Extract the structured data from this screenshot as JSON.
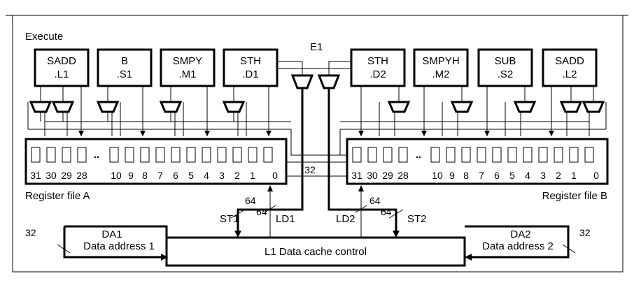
{
  "labels": {
    "execute": "Execute",
    "e1": "E1",
    "regfile_a": "Register file A",
    "regfile_b": "Register file B",
    "bus32_mid": "32",
    "da1": "DA1",
    "da1_sub": "Data address 1",
    "da2": "DA2",
    "da2_sub": "Data address 2",
    "bus32_left": "32",
    "bus32_right": "32",
    "cache": "L1 Data cache control",
    "st1": "ST1",
    "ld1": "LD1",
    "ld2": "LD2",
    "st2": "ST2",
    "w64_a_top": "64",
    "w64_a_bot": "64",
    "w64_b_top": "64",
    "w64_b_bot": "64"
  },
  "units": [
    {
      "name": "SADD",
      "sub": ".L1"
    },
    {
      "name": "B",
      "sub": ".S1"
    },
    {
      "name": "SMPY",
      "sub": ".M1"
    },
    {
      "name": "STH",
      "sub": ".D1"
    },
    {
      "name": "STH",
      "sub": ".D2"
    },
    {
      "name": "SMPYH",
      "sub": ".M2"
    },
    {
      "name": "SUB",
      "sub": ".S2"
    },
    {
      "name": "SADD",
      "sub": ".L2"
    }
  ],
  "regfile_a_numbers": [
    "31",
    "30",
    "29",
    "28",
    "10",
    "9",
    "8",
    "7",
    "6",
    "5",
    "4",
    "3",
    "2",
    "1",
    "0"
  ],
  "regfile_b_numbers": [
    "31",
    "30",
    "29",
    "28",
    "10",
    "9",
    "8",
    "7",
    "6",
    "5",
    "4",
    "3",
    "2",
    "1",
    "0"
  ],
  "ellipsis": ".."
}
